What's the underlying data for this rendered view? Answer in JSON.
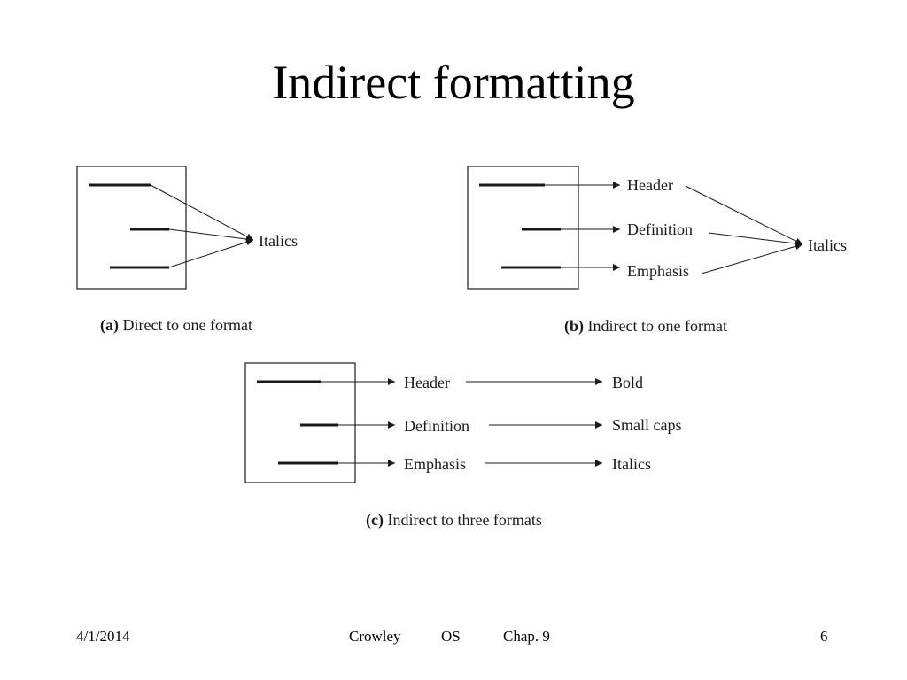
{
  "slide": {
    "title": "Indirect formatting"
  },
  "panels": {
    "a": {
      "caption_tag": "(a)",
      "caption_text": " Direct to one format",
      "target": "Italics"
    },
    "b": {
      "caption_tag": "(b)",
      "caption_text": " Indirect to one format",
      "styles": [
        "Header",
        "Definition",
        "Emphasis"
      ],
      "target": "Italics"
    },
    "c": {
      "caption_tag": "(c)",
      "caption_text": " Indirect to three formats",
      "styles": [
        "Header",
        "Definition",
        "Emphasis"
      ],
      "formats": [
        "Bold",
        "Small caps",
        "Italics"
      ]
    }
  },
  "footer": {
    "date": "4/1/2014",
    "author": "Crowley",
    "course": "OS",
    "chapter": "Chap. 9",
    "page": "6"
  }
}
